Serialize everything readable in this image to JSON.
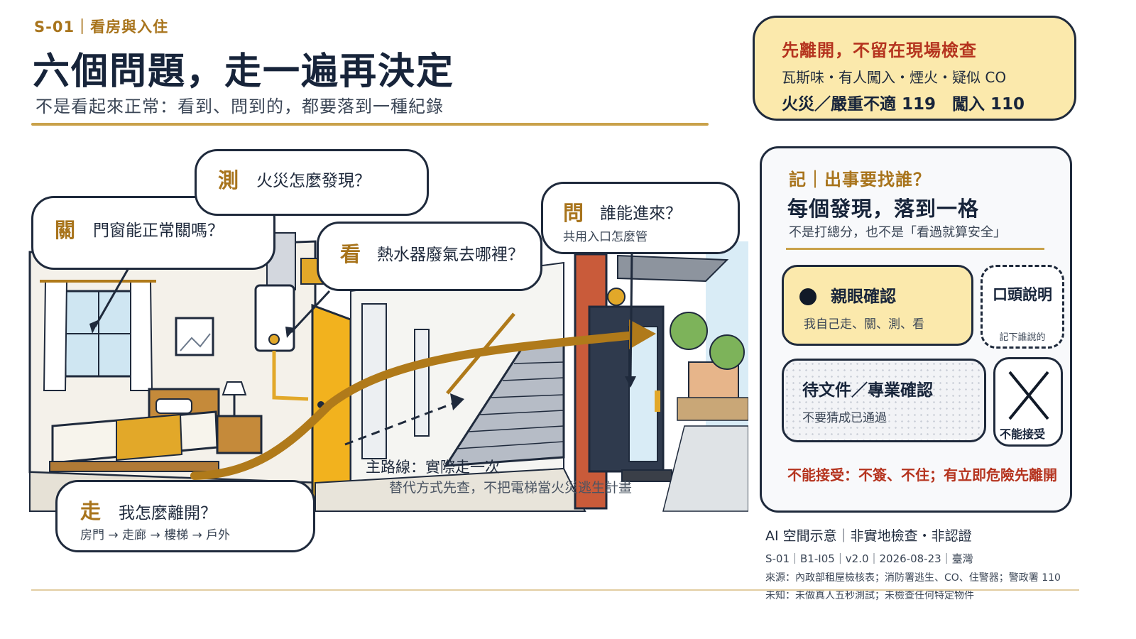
{
  "header": {
    "kicker": "S-01｜看房與入住",
    "title": "六個問題，走一遍再決定",
    "subtitle": "不是看起來正常：看到、問到的，都要落到一種紀錄"
  },
  "bubbles": {
    "guan": {
      "char": "關",
      "question": "門窗能正常關嗎？"
    },
    "ce": {
      "char": "測",
      "question": "火災怎麼發現？"
    },
    "kan": {
      "char": "看",
      "question": "熱水器廢氣去哪裡？"
    },
    "wen": {
      "char": "問",
      "question": "誰能進來？",
      "detail": "共用入口怎麼管"
    },
    "zou": {
      "char": "走",
      "question": "我怎麼離開？",
      "detail": "房門 → 走廊 → 樓梯 → 戶外"
    }
  },
  "route": {
    "main": "主路線：實際走一次",
    "alt": "替代方式先查，不把電梯當火災逃生計畫"
  },
  "alert": {
    "heading": "先離開，不留在現場檢查",
    "triggers": "瓦斯味・有人闖入・煙火・疑似 CO",
    "numbers": "火災／嚴重不適 119　闖入 110"
  },
  "record": {
    "kicker": "記｜出事要找誰？",
    "title": "每個發現，落到一格",
    "subtitle": "不是打總分，也不是「看過就算安全」",
    "confirmed": {
      "title": "親眼確認",
      "desc": "我自己走、關、測、看"
    },
    "verbal": {
      "title": "口頭說明",
      "desc": "記下誰說的"
    },
    "pending": {
      "title": "待文件／專業確認",
      "desc": "不要猜成已通過"
    },
    "reject": {
      "title": "不能接受"
    },
    "verdict": "不能接受：不簽、不住；有立即危險先離開"
  },
  "footer": {
    "disclaimer": "AI 空間示意｜非實地檢查・非認證",
    "meta": "S-01｜B1-I05｜v2.0｜2026-08-23｜臺灣",
    "sources": "來源：內政部租屋檢核表；消防署逃生、CO、住警器；警政署 110",
    "unknown": "未知：未做真人五秒測試；未檢查任何特定物件"
  },
  "colors": {
    "accent": "#a8741c",
    "ink": "#1f2a3c",
    "alert_fill": "#fbe9ac",
    "danger": "#b5341f",
    "route": "#b07a1a"
  },
  "icons": [
    "record-dot-icon",
    "reject-x-icon",
    "arrow-icon",
    "route-arrow-icon"
  ]
}
